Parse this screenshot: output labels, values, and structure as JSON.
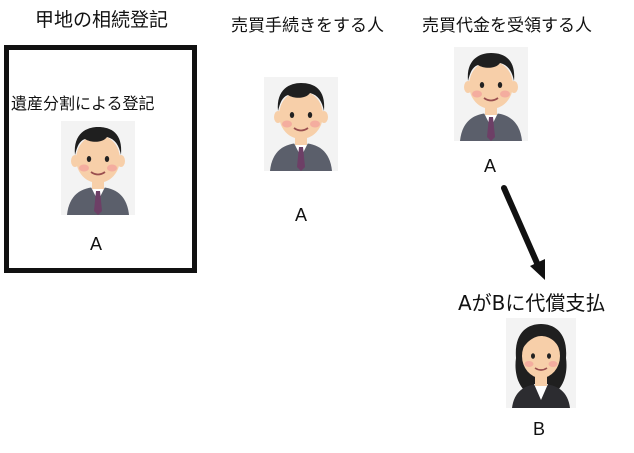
{
  "headings": {
    "inheritance": "甲地の相続登記",
    "sale_procedure": "売買手続きをする人",
    "sale_proceeds": "売買代金を受領する人",
    "compensation": "AがBに代償支払"
  },
  "frame": {
    "caption": "遺産分割による登記",
    "person_label": "A"
  },
  "people": {
    "procedure_label": "A",
    "proceeds_label": "A",
    "recipient_label": "B"
  },
  "icons": {
    "man": "businessman-icon",
    "woman": "businesswoman-icon",
    "arrow": "arrow-down-right-icon"
  },
  "colors": {
    "suit": "#5b5f6b",
    "hair": "#1f1f1f",
    "skin": "#f7cfa9",
    "cheek": "#f3a49c",
    "tie": "#6d3f66",
    "shirt": "#ffffff",
    "frame": "#111111"
  }
}
